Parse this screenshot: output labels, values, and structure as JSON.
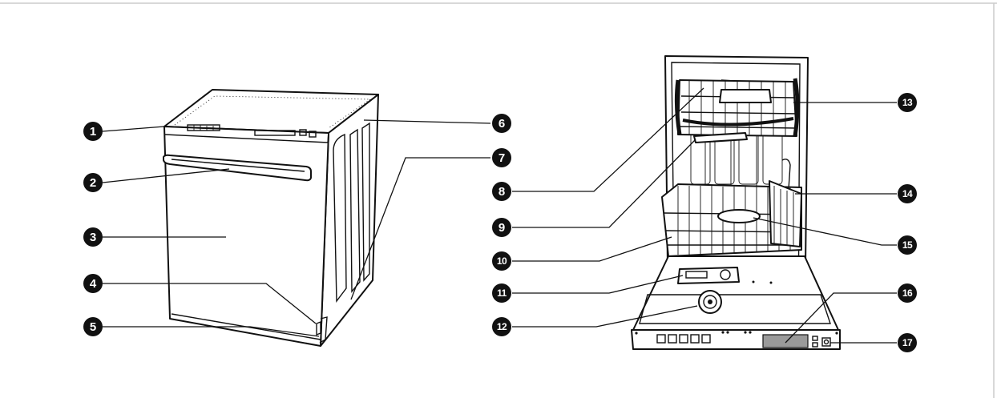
{
  "colors": {
    "ink": "#111111",
    "border": "#cccccc",
    "paper": "#ffffff"
  },
  "callouts": [
    {
      "number": "1"
    },
    {
      "number": "2"
    },
    {
      "number": "3"
    },
    {
      "number": "4"
    },
    {
      "number": "5"
    },
    {
      "number": "6"
    },
    {
      "number": "7"
    },
    {
      "number": "8"
    },
    {
      "number": "9"
    },
    {
      "number": "10"
    },
    {
      "number": "11"
    },
    {
      "number": "12"
    },
    {
      "number": "13"
    },
    {
      "number": "14"
    },
    {
      "number": "15"
    },
    {
      "number": "16"
    },
    {
      "number": "17"
    }
  ]
}
